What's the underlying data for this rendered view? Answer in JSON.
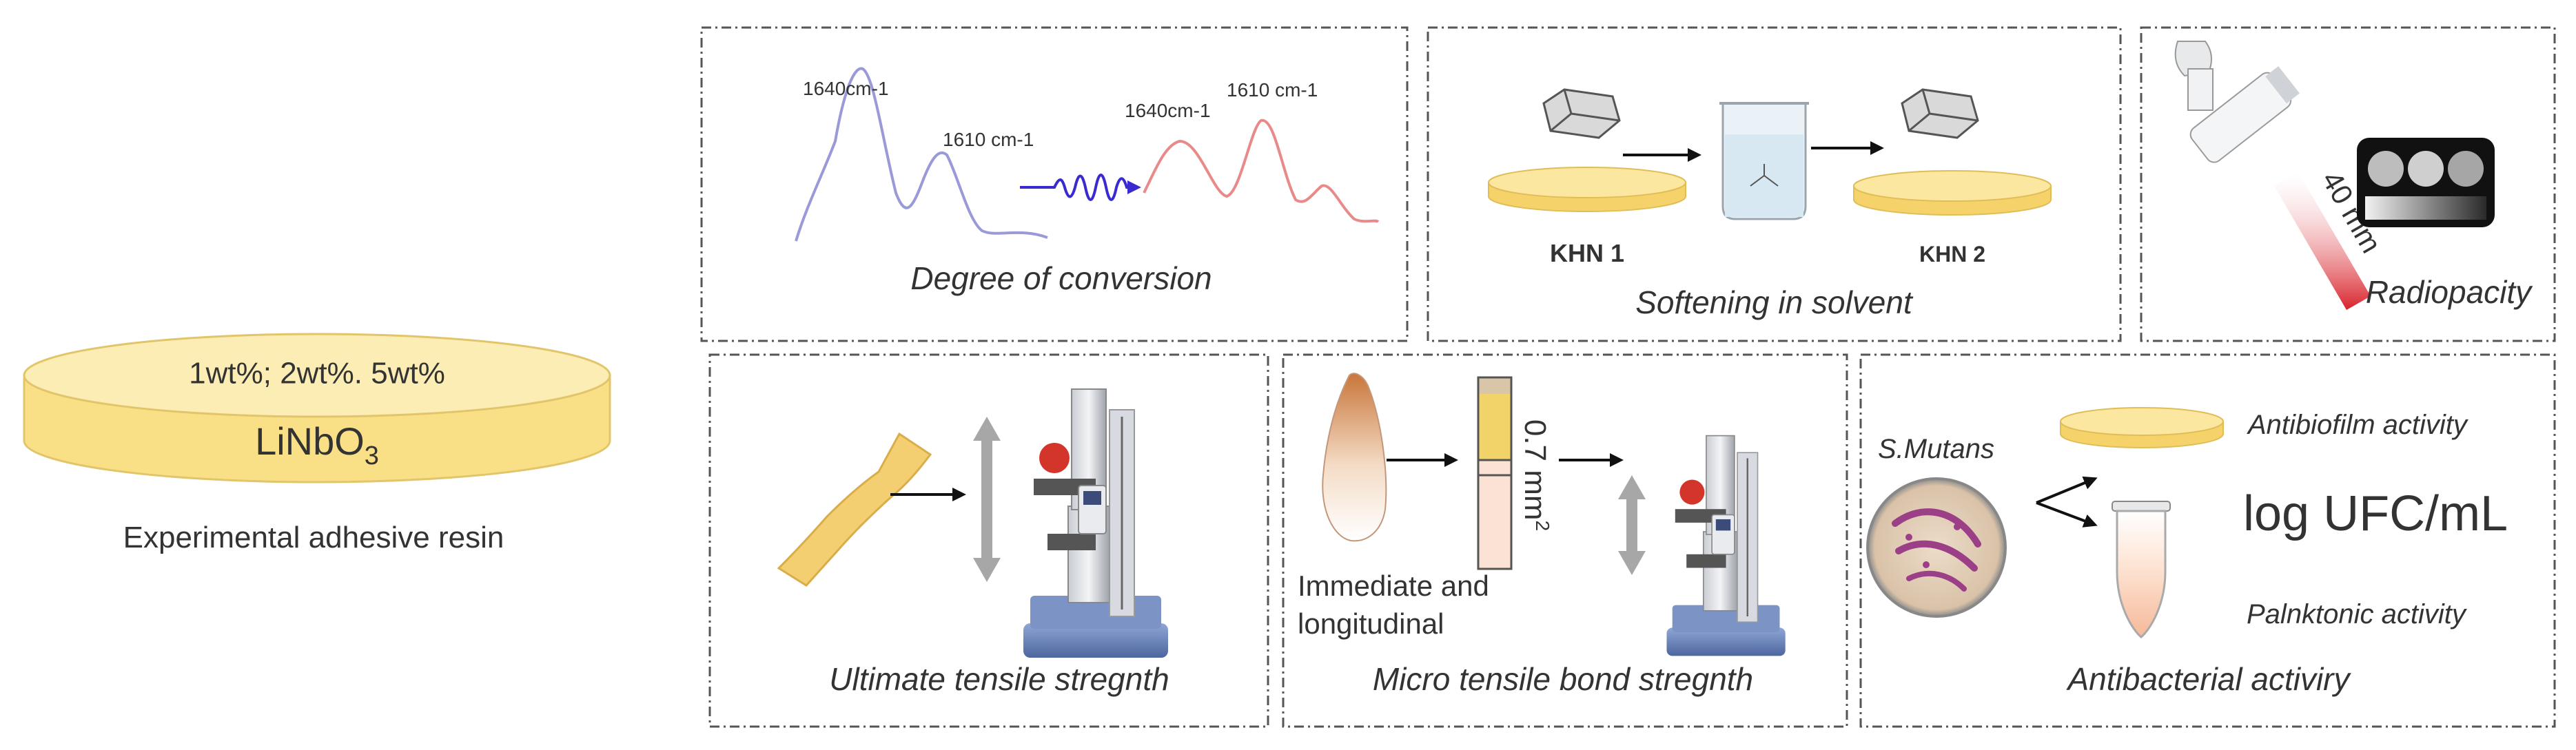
{
  "resin": {
    "concentrations": "1wt%; 2wt%. 5wt%",
    "compound_main": "LiNbO",
    "compound_sub": "3",
    "caption": "Experimental adhesive resin"
  },
  "degree_of_conversion": {
    "peak1_before": "1640cm-1",
    "peak2_before": "1610 cm-1",
    "peak1_after": "1640cm-1",
    "peak2_after": "1610 cm-1",
    "caption": "Degree of conversion"
  },
  "softening": {
    "khn1": "KHN 1",
    "khn2": "KHN 2",
    "caption": "Softening in solvent"
  },
  "radiopacity": {
    "distance": "40 mm",
    "caption": "Radiopacity"
  },
  "tensile": {
    "caption": "Ultimate tensile stregnth"
  },
  "micro_tensile": {
    "area": "0.7 mm",
    "area_sup": "2",
    "time_line1": "Immediate and",
    "time_line2": "longitudinal",
    "caption": "Micro tensile bond stregnth"
  },
  "antibacterial": {
    "organism": "S.Mutans",
    "antibiofilm": "Antibiofilm activity",
    "units": "log UFC/mL",
    "planktonic": "Palnktonic activity",
    "caption": "Antibacterial activiry"
  },
  "colors": {
    "resin_yellow": "#f9df86",
    "spectrum_blue": "#9a9ad8",
    "spectrum_red": "#e98a8a",
    "wave_purple": "#3a2bd0",
    "petri_purple": "#9b3f86"
  }
}
